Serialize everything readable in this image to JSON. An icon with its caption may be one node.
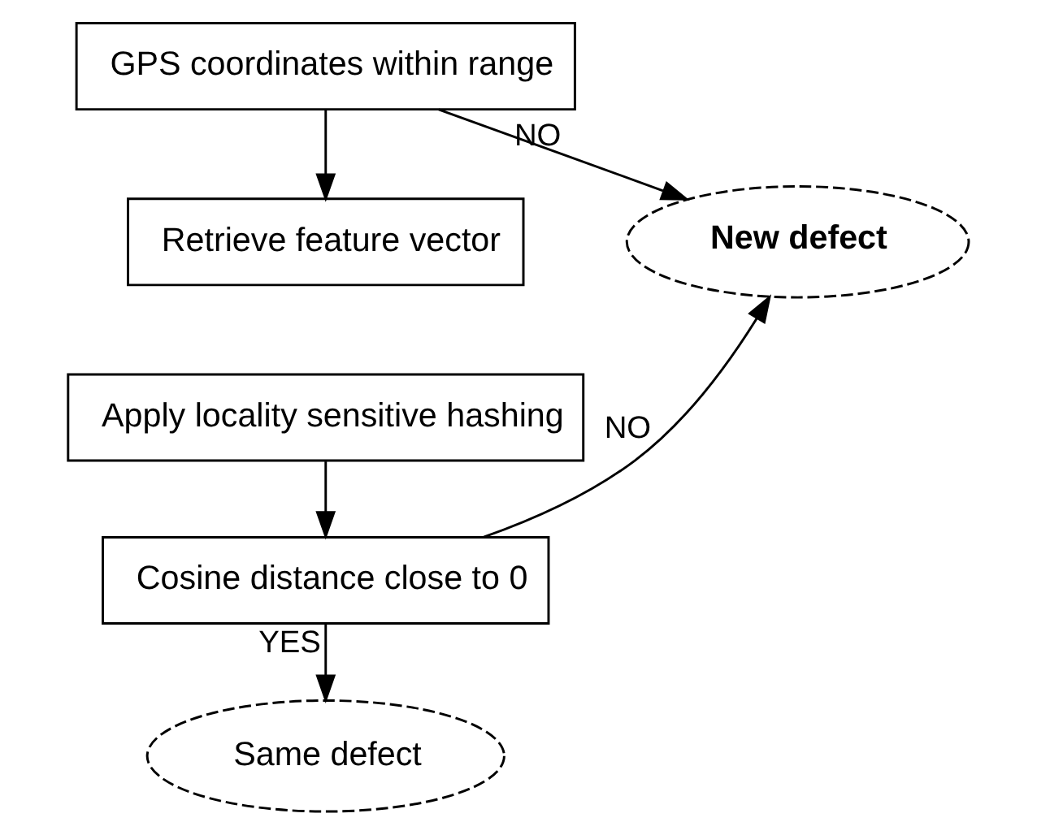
{
  "diagram": {
    "nodes": [
      {
        "text": [
          "GPS coordinates within range"
        ]
      },
      {
        "text": [
          "Retrieve feature vector"
        ]
      },
      {
        "text": [
          "Apply locality sensitive hashing"
        ]
      },
      {
        "text": [
          "Cosine distance close to 0"
        ]
      },
      {
        "text": [
          "New defect"
        ]
      },
      {
        "text": [
          "Same defect"
        ]
      }
    ],
    "edges": [
      {
        "from": 0,
        "to": 4,
        "arrow": "to",
        "label": "NO"
      },
      {
        "from": 0,
        "to": 1,
        "arrow": "to"
      },
      {
        "from": 2,
        "to": 3,
        "arrow": "to"
      },
      {
        "from": 3,
        "to": 4,
        "arrow": "to",
        "label": "NO"
      },
      {
        "from": 3,
        "to": 5,
        "arrow": "to",
        "label": "YES"
      }
    ]
  }
}
